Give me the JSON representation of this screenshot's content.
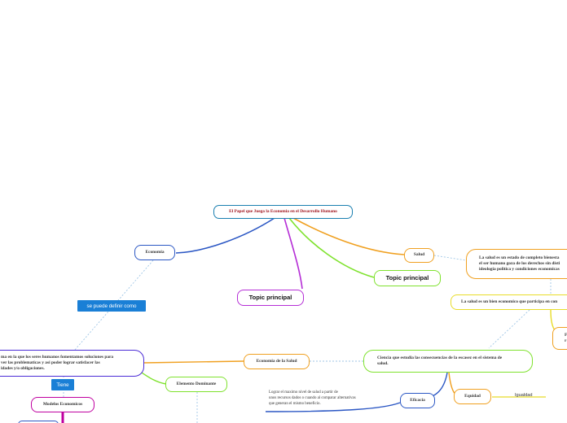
{
  "central": {
    "title": "El Papel que Juega la Economia en el Desarrollo Humano"
  },
  "nodes": {
    "economia": "Economia",
    "topic_left": "Topic principal",
    "topic_right": "Topic principal",
    "salud": "Salud",
    "salud_def": [
      "La salud es un estado de completo bienesta",
      "el ser humano goza de los derechos sin disti",
      "ideologia politica y condiciones economicas"
    ],
    "salud_bien": "La salud es un bien economico que participa en con",
    "ciencia": [
      "Ciencia que estudia las consecuencias de la escasez en el sistema de",
      "salud."
    ],
    "economia_salud": "Economia de la Salud",
    "economia_def": [
      "ma en la que los seres humanos fomentamos soluciones para",
      "ver las problematicas y asi poder lograr satisfacer las",
      "idades y/o obligaciones."
    ],
    "elemento": "Elemento Dominante",
    "modelos": "Modelos Economicos",
    "eficacia": "Eficacia",
    "eficacia_def": [
      "Lograr el maximo nivel de salud a partir de",
      "unos recursos dados o cuando al comparar alternativas",
      "que generan el mismo beneficio."
    ],
    "equidad": "Equidad",
    "igualdad": "Igualdad",
    "right_partial": [
      "F",
      "r"
    ]
  },
  "tags": {
    "definir": "se puede definir como",
    "tiene": "Tiene"
  },
  "colors": {
    "central": "#1a7fb0",
    "blue": "#2b57c4",
    "purple": "#b52ed6",
    "green": "#7fe22e",
    "orange": "#f0a020",
    "yellow": "#e8dc2a",
    "magenta": "#c000a0",
    "dashed": "#9fc6e6",
    "tag": "#1a7fd6",
    "red_text": "#a0131c"
  }
}
